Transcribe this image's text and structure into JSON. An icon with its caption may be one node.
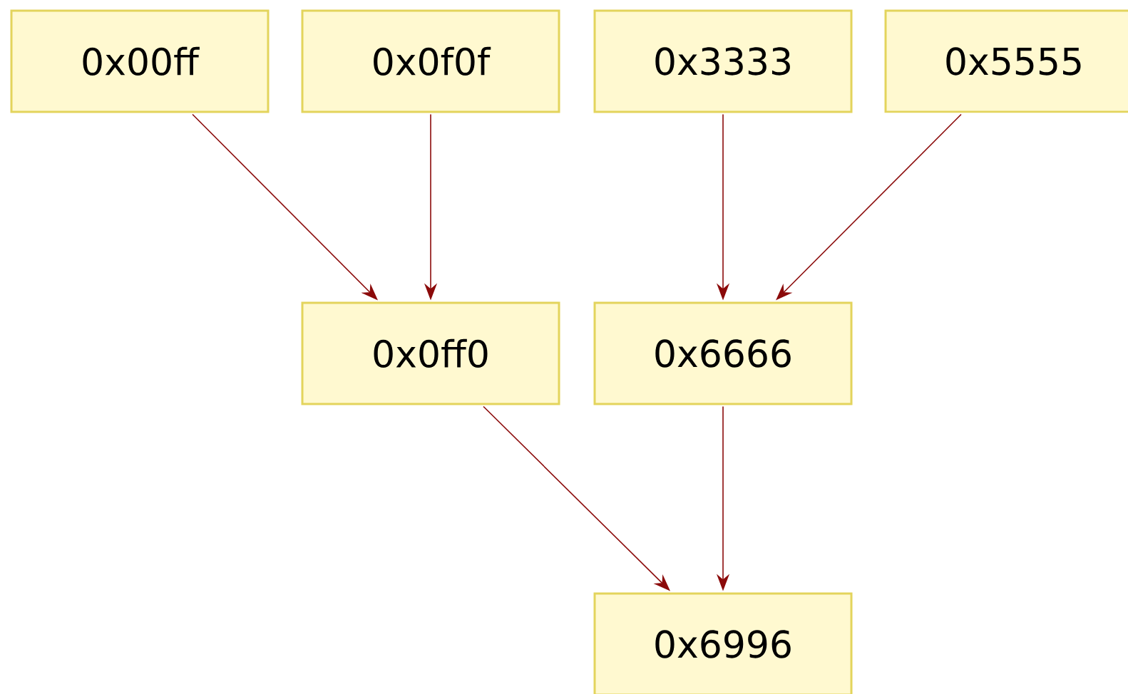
{
  "diagram": {
    "nodes": [
      {
        "text": [
          "0x00ff"
        ]
      },
      {
        "text": [
          "0x0f0f"
        ]
      },
      {
        "text": [
          "0x3333"
        ]
      },
      {
        "text": [
          "0x5555"
        ]
      },
      {
        "text": [
          "0x0ff0"
        ]
      },
      {
        "text": [
          "0x6666"
        ]
      },
      {
        "text": [
          "0x6996"
        ]
      }
    ],
    "edges": [
      {
        "from": 0,
        "to": 4,
        "arrow": "to"
      },
      {
        "from": 1,
        "to": 4,
        "arrow": "to"
      },
      {
        "from": 2,
        "to": 5,
        "arrow": "to"
      },
      {
        "from": 3,
        "to": 5,
        "arrow": "to"
      },
      {
        "from": 4,
        "to": 6,
        "arrow": "to"
      },
      {
        "from": 5,
        "to": 6,
        "arrow": "to"
      }
    ]
  }
}
